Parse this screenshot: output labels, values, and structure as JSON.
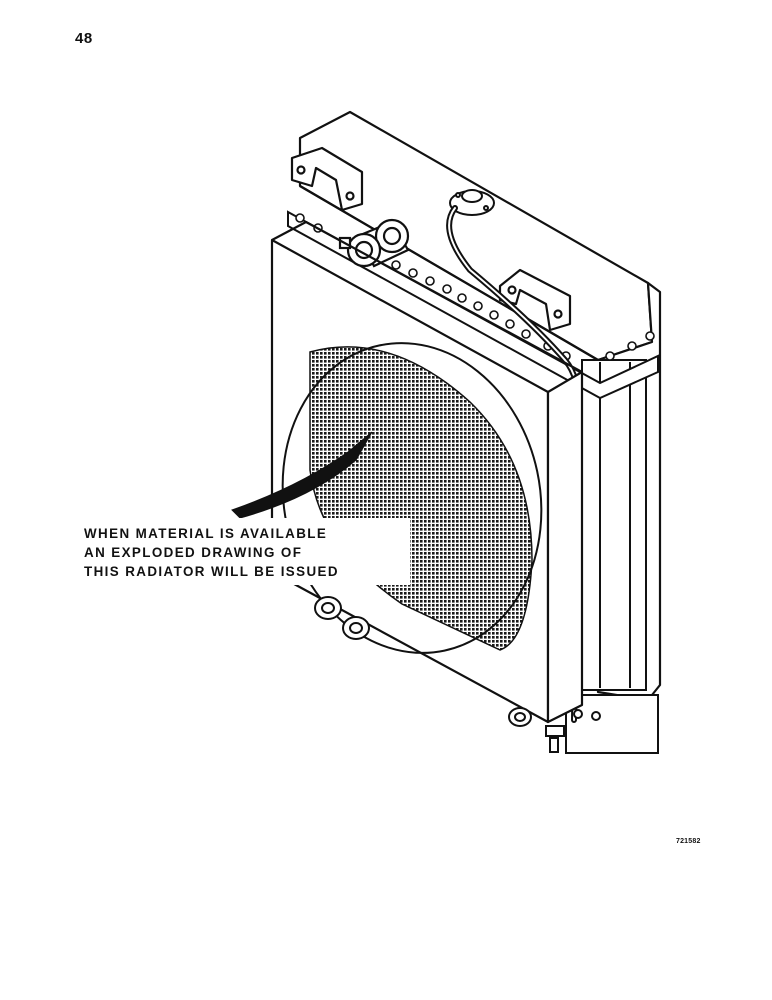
{
  "page": {
    "number": "48"
  },
  "note": {
    "lines": [
      "WHEN MATERIAL IS AVAILABLE",
      "AN EXPLODED DRAWING OF",
      "THIS RADIATOR WILL BE ISSUED"
    ]
  },
  "figure": {
    "id": "721582"
  }
}
